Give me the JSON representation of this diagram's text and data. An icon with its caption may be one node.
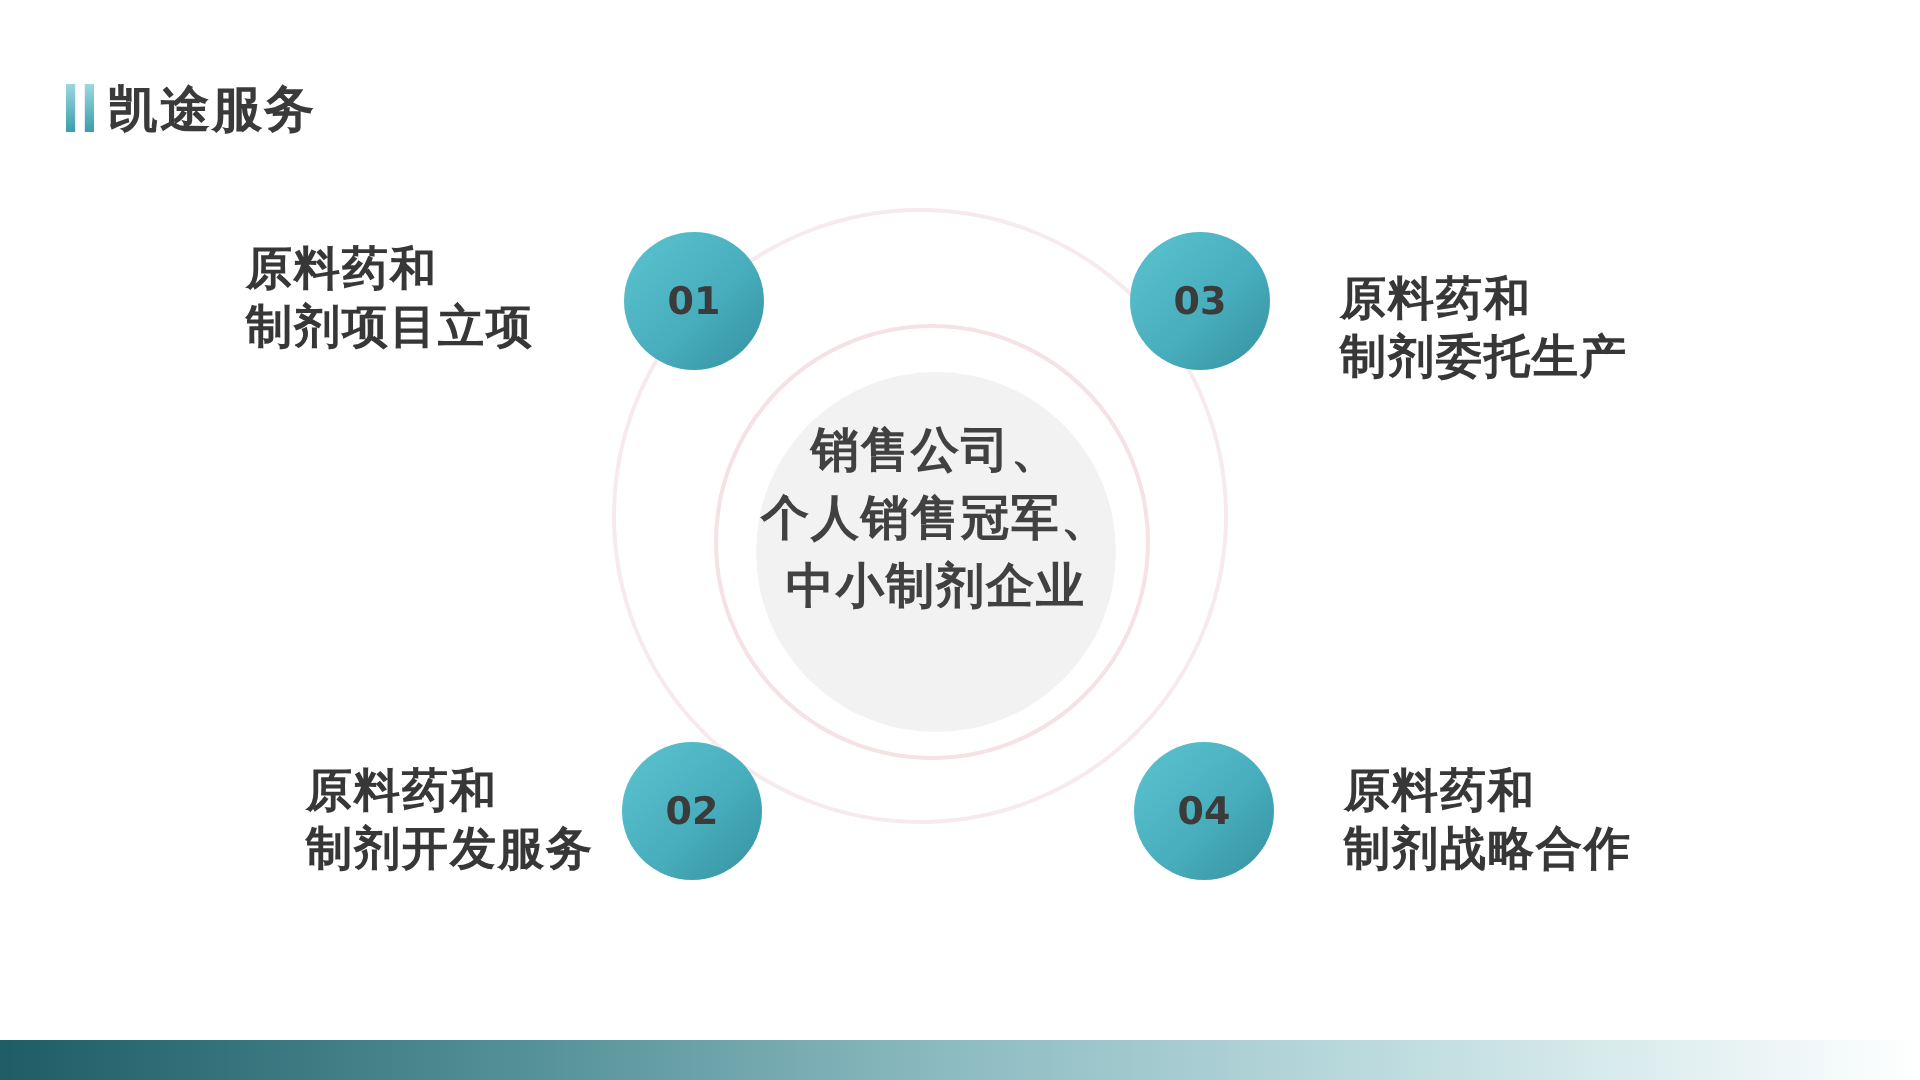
{
  "diagram": {
    "title": "凯途服务",
    "nodes": [
      {
        "text": [
          "销售公司、个人销售冠军、中小制剂企业"
        ]
      },
      {
        "text": [
          "01"
        ],
        "beside": [
          "原料药和制剂项目立项"
        ]
      },
      {
        "text": [
          "02"
        ],
        "beside": [
          "原料药和制剂开发服务"
        ]
      },
      {
        "text": [
          "03"
        ],
        "beside": [
          "原料药和制剂委托生产"
        ]
      },
      {
        "text": [
          "04"
        ],
        "beside": [
          "原料药和制剂战略合作"
        ]
      }
    ]
  }
}
